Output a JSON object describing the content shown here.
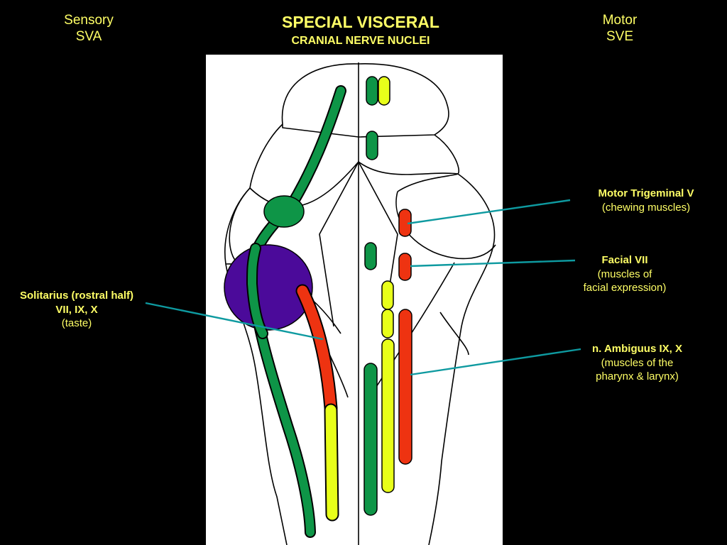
{
  "header": {
    "left_line1": "Sensory",
    "left_line2": "SVA",
    "title_line1": "SPECIAL VISCERAL",
    "title_line2": "CRANIAL NERVE NUCLEI",
    "right_line1": "Motor",
    "right_line2": "SVE"
  },
  "labels": {
    "motor_trigeminal": {
      "name": "Motor Trigeminal  V",
      "note": "(chewing muscles)"
    },
    "facial": {
      "name": "Facial VII",
      "note1": "(muscles of",
      "note2": "facial expression)"
    },
    "ambiguus": {
      "name": "n. Ambiguus IX, X",
      "note1": "(muscles of the",
      "note2": "pharynx & larynx)"
    },
    "solitarius": {
      "name1": "Solitarius (rostral half)",
      "name2": "VII, IX, X",
      "note": "(taste)"
    }
  },
  "colors": {
    "background": "#000000",
    "panel": "#ffffff",
    "text": "#ffff66",
    "leader": "#0e9aa0",
    "sensory_green": "#0e9547",
    "visceral_yellow": "#e8ff1a",
    "motor_red": "#ee3311",
    "solitary_purple": "#4b0a9a"
  }
}
